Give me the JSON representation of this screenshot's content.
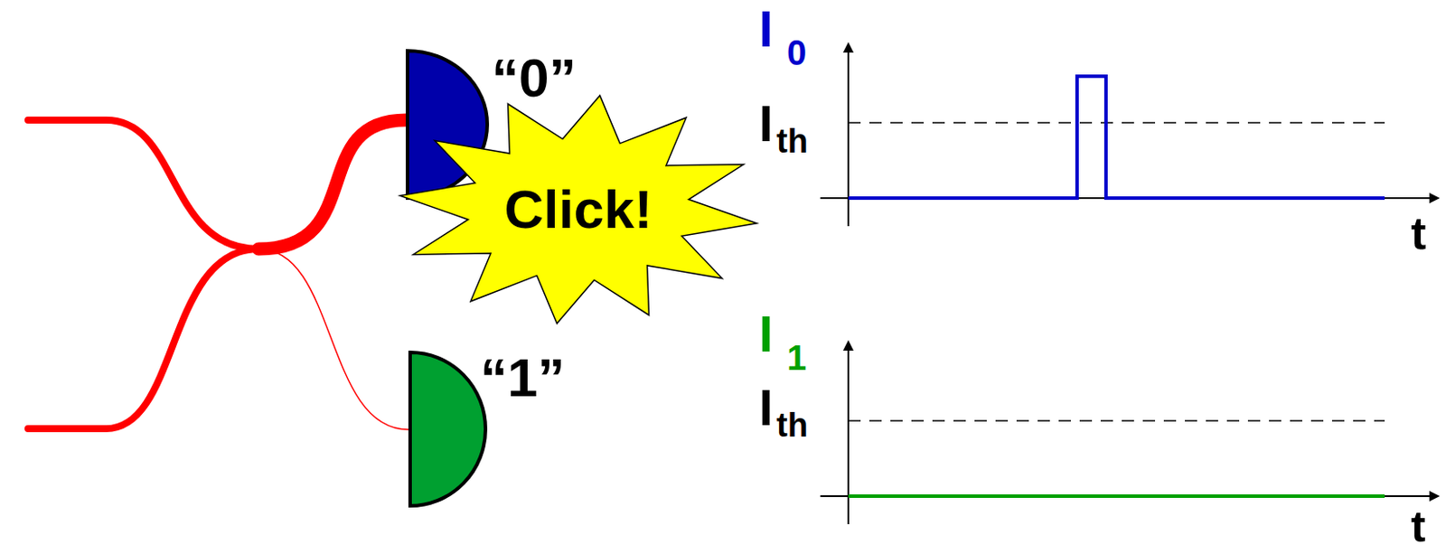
{
  "diagram": {
    "nodes": [
      {
        "text": [
          "“0”"
        ]
      },
      {
        "text": [
          "Click!"
        ]
      },
      {
        "text": [
          "“1”"
        ]
      }
    ],
    "labels": [
      "I",
      "0",
      "I",
      "th",
      "t",
      "I",
      "1",
      "I",
      "th",
      "t"
    ]
  }
}
